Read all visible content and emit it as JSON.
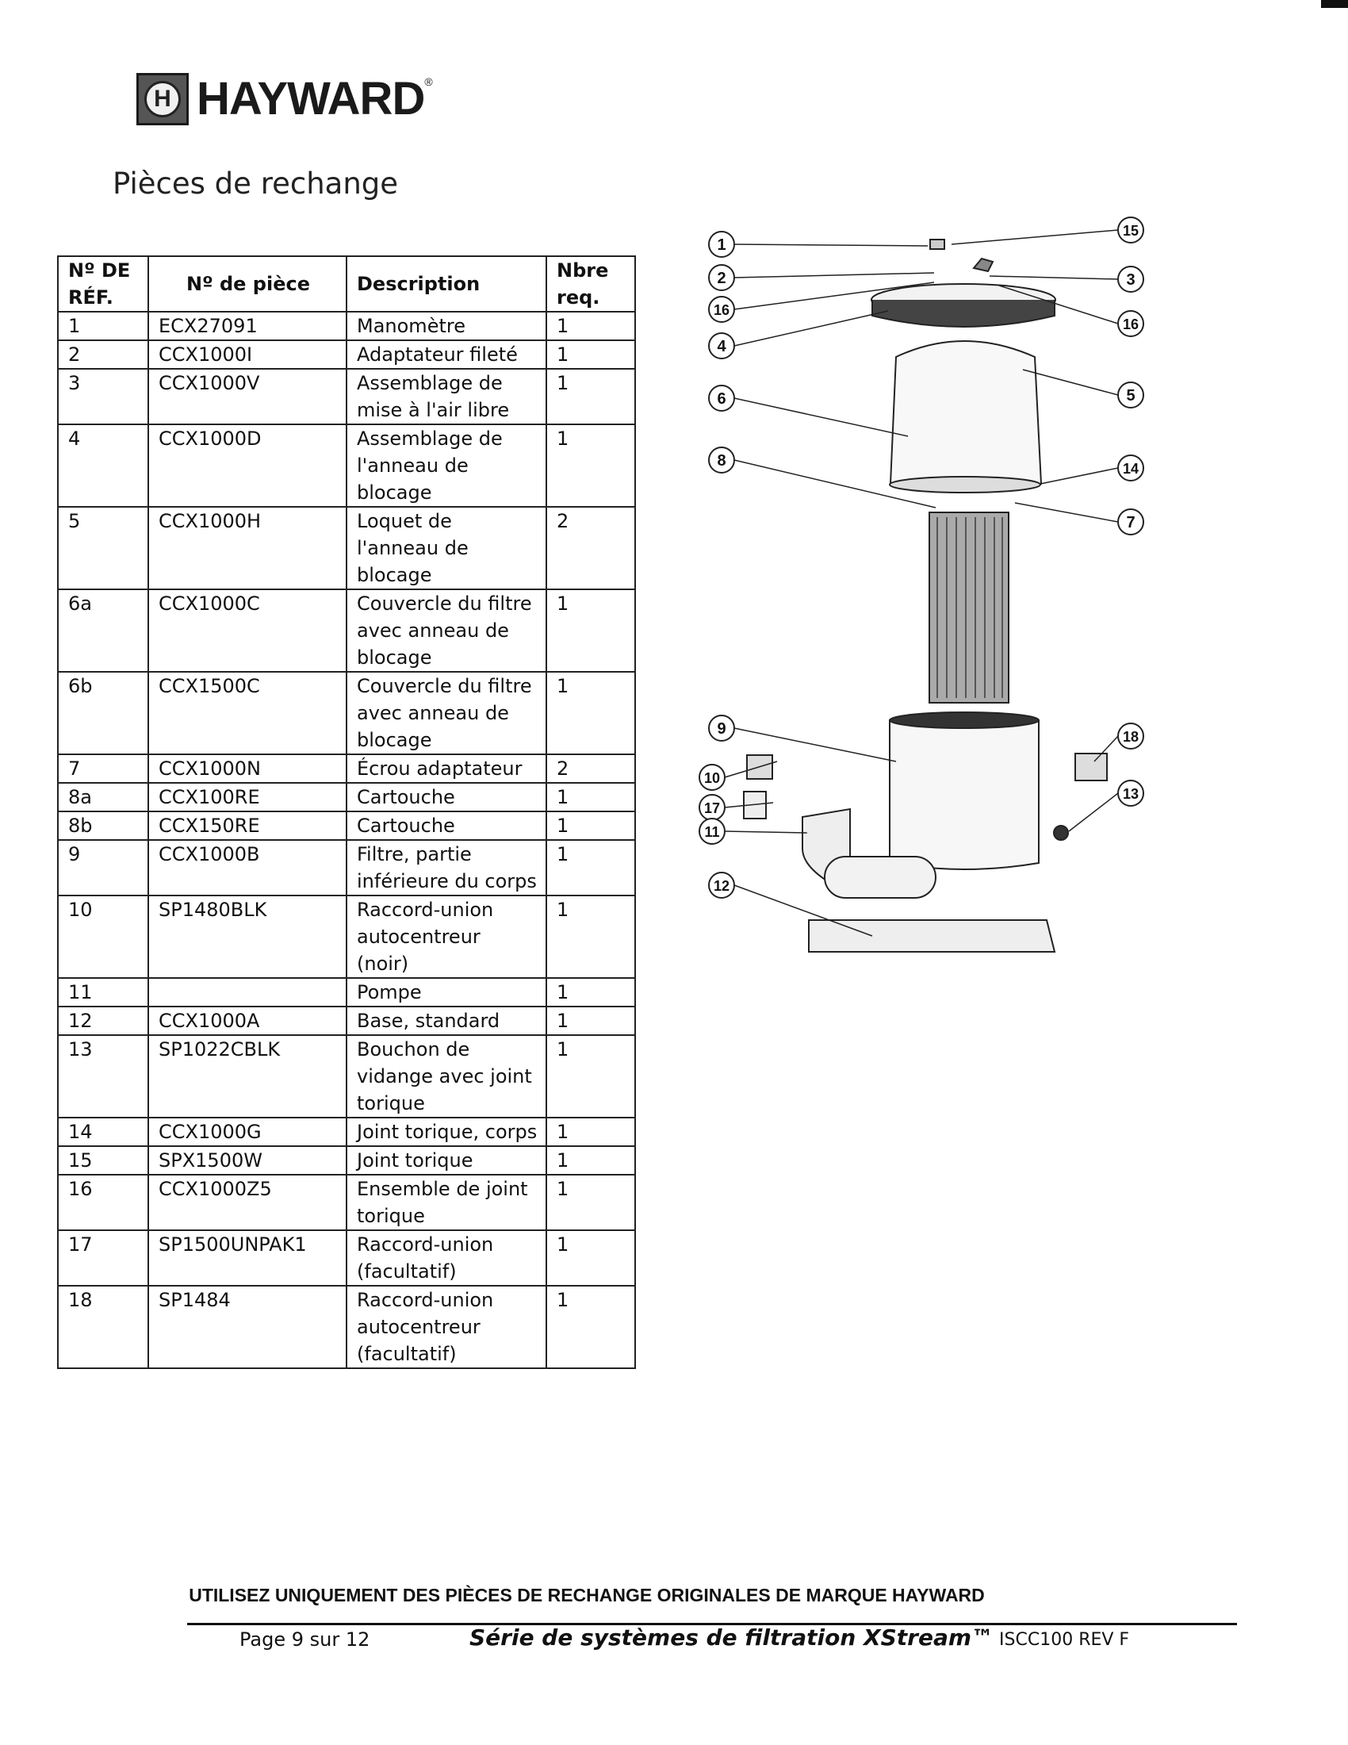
{
  "brand": {
    "name": "HAYWARD",
    "mark": "H",
    "reg": "®"
  },
  "page_title": "Pièces de rechange",
  "table": {
    "headers": {
      "ref": "Nº DE RÉF.",
      "part": "Nº de pièce",
      "desc": "Description",
      "qty": "Nbre req."
    },
    "rows": [
      {
        "ref": "1",
        "part": "ECX27091",
        "desc": "Manomètre",
        "qty": "1"
      },
      {
        "ref": "2",
        "part": "CCX1000I",
        "desc": "Adaptateur fileté",
        "qty": "1"
      },
      {
        "ref": "3",
        "part": "CCX1000V",
        "desc": "Assemblage de mise à l'air libre",
        "qty": "1"
      },
      {
        "ref": "4",
        "part": "CCX1000D",
        "desc": "Assemblage de l'anneau de blocage",
        "qty": "1"
      },
      {
        "ref": "5",
        "part": "CCX1000H",
        "desc": "Loquet de l'anneau de blocage",
        "qty": "2"
      },
      {
        "ref": "6a",
        "part": "CCX1000C",
        "desc": "Couvercle du filtre avec anneau de blocage",
        "qty": "1"
      },
      {
        "ref": "6b",
        "part": "CCX1500C",
        "desc": "Couvercle du filtre avec anneau de blocage",
        "qty": "1"
      },
      {
        "ref": "7",
        "part": "CCX1000N",
        "desc": "Écrou adaptateur",
        "qty": "2"
      },
      {
        "ref": "8a",
        "part": "CCX100RE",
        "desc": "Cartouche",
        "qty": "1"
      },
      {
        "ref": "8b",
        "part": "CCX150RE",
        "desc": "Cartouche",
        "qty": "1"
      },
      {
        "ref": "9",
        "part": "CCX1000B",
        "desc": "Filtre, partie inférieure du corps",
        "qty": "1"
      },
      {
        "ref": "10",
        "part": "SP1480BLK",
        "desc": "Raccord-union autocentreur (noir)",
        "qty": "1"
      },
      {
        "ref": "11",
        "part": "",
        "desc": "Pompe",
        "qty": "1"
      },
      {
        "ref": "12",
        "part": "CCX1000A",
        "desc": "Base, standard",
        "qty": "1"
      },
      {
        "ref": "13",
        "part": "SP1022CBLK",
        "desc": "Bouchon de vidange avec joint torique",
        "qty": "1"
      },
      {
        "ref": "14",
        "part": "CCX1000G",
        "desc": "Joint torique, corps",
        "qty": "1"
      },
      {
        "ref": "15",
        "part": "SPX1500W",
        "desc": "Joint torique",
        "qty": "1"
      },
      {
        "ref": "16",
        "part": "CCX1000Z5",
        "desc": "Ensemble de joint torique",
        "qty": "1"
      },
      {
        "ref": "17",
        "part": "SP1500UNPAK1",
        "desc": "Raccord-union (facultatif)",
        "qty": "1"
      },
      {
        "ref": "18",
        "part": "SP1484",
        "desc": "Raccord-union autocentreur (facultatif)",
        "qty": "1"
      }
    ]
  },
  "diagram": {
    "callouts_left": [
      "1",
      "2",
      "16",
      "4",
      "6",
      "8",
      "9",
      "10",
      "17",
      "11",
      "12"
    ],
    "callouts_right": [
      "15",
      "3",
      "16",
      "5",
      "14",
      "7",
      "18",
      "13"
    ]
  },
  "footer": {
    "notice": "UTILISEZ UNIQUEMENT DES PIÈCES DE RECHANGE ORIGINALES DE MARQUE HAYWARD",
    "page": "Page 9 sur 12",
    "series_prefix": "Série de systèmes de filtration ",
    "series_brand": "XStream™",
    "series_suffix": " ISCC100  REV F"
  }
}
